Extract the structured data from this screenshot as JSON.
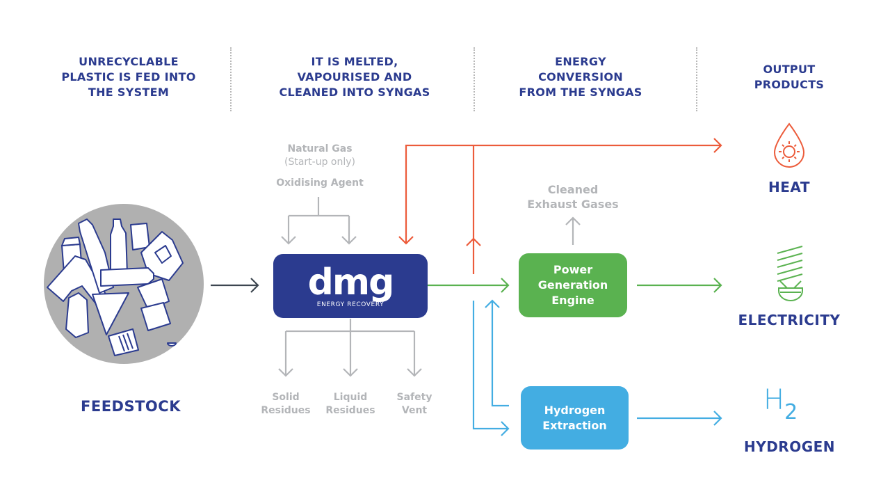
{
  "stages": [
    {
      "lines": [
        "UNRECYCLABLE",
        "PLASTIC IS FED INTO",
        "THE SYSTEM"
      ]
    },
    {
      "lines": [
        "IT IS MELTED,",
        "VAPOURISED AND",
        "CLEANED INTO SYNGAS"
      ]
    },
    {
      "lines": [
        "ENERGY",
        "CONVERSION",
        "FROM THE SYNGAS"
      ]
    },
    {
      "lines": [
        "OUTPUT",
        "PRODUCTS"
      ]
    }
  ],
  "feedstock": {
    "label": "FEEDSTOCK",
    "icon": "plastic-waste-icon"
  },
  "inputs": {
    "natural_gas": "Natural Gas",
    "natural_gas_note": "(Start-up only)",
    "oxidising_agent": "Oxidising Agent"
  },
  "dmg_box": {
    "logo": "dmg",
    "subtitle": "ENERGY RECOVERY"
  },
  "residues": [
    {
      "lines": [
        "Solid",
        "Residues"
      ]
    },
    {
      "lines": [
        "Liquid",
        "Residues"
      ]
    },
    {
      "lines": [
        "Safety",
        "Vent"
      ]
    }
  ],
  "exhaust": {
    "lines": [
      "Cleaned",
      "Exhaust Gases"
    ]
  },
  "power_box": {
    "lines": [
      "Power",
      "Generation",
      "Engine"
    ]
  },
  "hydrogen_box": {
    "lines": [
      "Hydrogen",
      "Extraction"
    ]
  },
  "outputs": {
    "heat": {
      "label": "HEAT",
      "icon": "heat-drop-icon"
    },
    "electricity": {
      "label": "ELECTRICITY",
      "icon": "light-bulb-icon"
    },
    "hydrogen": {
      "label": "HYDROGEN",
      "icon": "h2-icon",
      "symbol": "H",
      "subscript": "2"
    }
  },
  "colors": {
    "navy": "#2b3b8f",
    "heat_red": "#ec5b3a",
    "power_green": "#5ab250",
    "hydrogen_blue": "#43ade2",
    "neutral_gray": "#b3b5b8",
    "feed_arrow": "#3d4650"
  }
}
